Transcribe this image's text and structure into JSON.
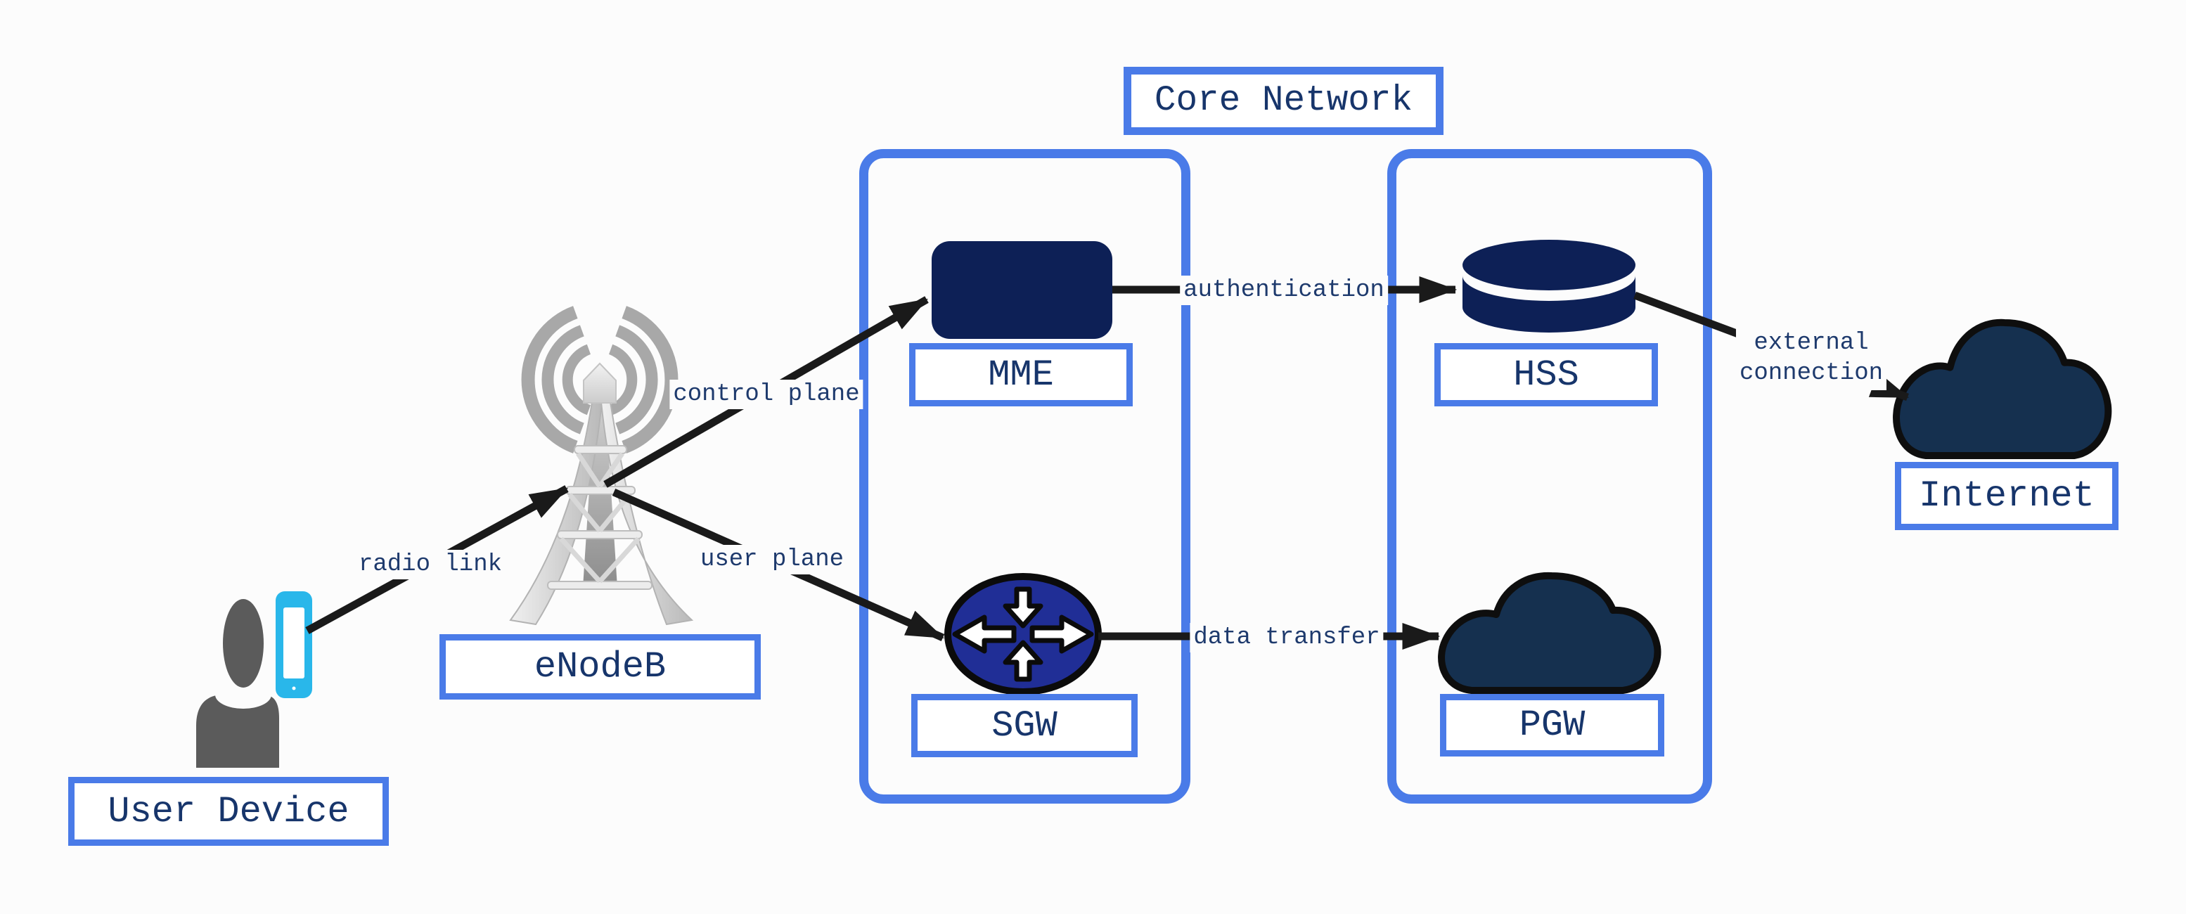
{
  "background": "#fcfcfc",
  "palette": {
    "accent_blue": "#4a7be8",
    "navy_fill": "#0d2056",
    "cloud_fill": "#15304f",
    "router_blue": "#202e96",
    "line_black": "#1a1a1a",
    "label_text": "#17356b",
    "person_gray": "#5b5b5b",
    "phone_cyan": "#29b7ea",
    "tower_gray": "#a8a8a8"
  },
  "title": {
    "label": "Core Network"
  },
  "nodes": {
    "user_device": {
      "label": "User Device",
      "icon": "person-with-phone-icon"
    },
    "enodeb": {
      "label": "eNodeB",
      "icon": "cell-tower-icon"
    },
    "mme": {
      "label": "MME",
      "icon": "server-box-icon"
    },
    "sgw": {
      "label": "SGW",
      "icon": "router-icon"
    },
    "hss": {
      "label": "HSS",
      "icon": "database-icon"
    },
    "pgw": {
      "label": "PGW",
      "icon": "cloud-icon"
    },
    "internet": {
      "label": "Internet",
      "icon": "cloud-icon"
    }
  },
  "connections": {
    "radio_link": {
      "label": "radio link",
      "from": "user_device",
      "to": "enodeb"
    },
    "control_plane": {
      "label": "control plane",
      "from": "enodeb",
      "to": "mme"
    },
    "user_plane": {
      "label": "user plane",
      "from": "enodeb",
      "to": "sgw"
    },
    "authentication": {
      "label": "authentication",
      "from": "mme",
      "to": "hss"
    },
    "data_transfer": {
      "label": "data transfer",
      "from": "sgw",
      "to": "pgw"
    },
    "external_connection": {
      "line1": "external",
      "line2": "connection",
      "from": "hss",
      "to": "internet"
    }
  }
}
